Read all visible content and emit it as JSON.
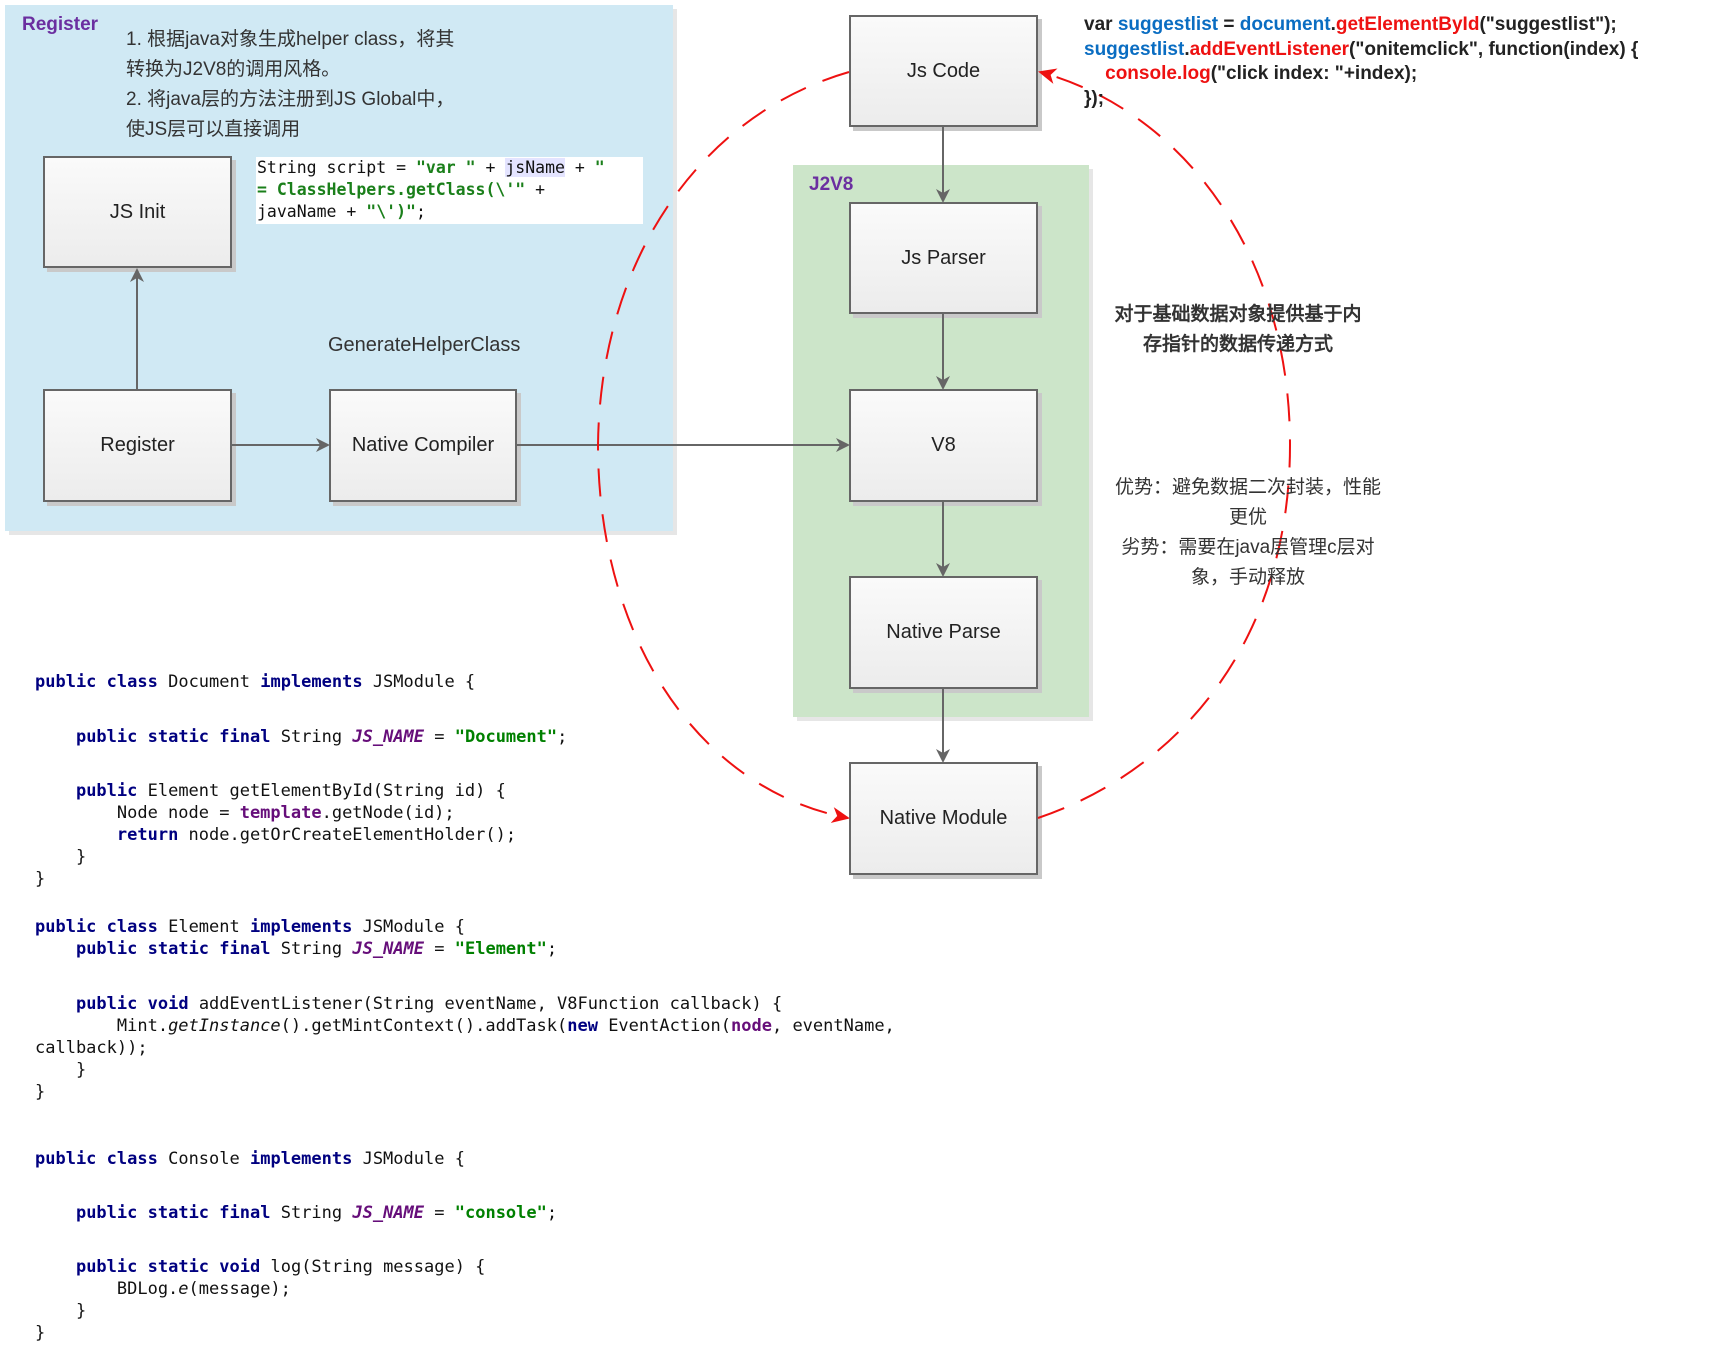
{
  "register_panel": {
    "title": "Register",
    "notes": [
      "1. 根据java对象生成helper class，将其",
      "转换为J2V8的调用风格。",
      "2. 将java层的方法注册到JS Global中，",
      "使JS层可以直接调用"
    ],
    "snippet": {
      "line1_a": "String script = ",
      "line1_b": "\"var \"",
      "line1_c": " + ",
      "line1_d": "jsName",
      "line1_e": " + ",
      "line1_f": "\"",
      "line2_a": "= ClassHelpers.getClass(\\'\"",
      "line2_b": " +",
      "line3_a": "javaName + ",
      "line3_b": "\"\\')\"",
      "line3_c": ";"
    },
    "nodes": {
      "js_init": "JS Init",
      "register": "Register",
      "native_compiler": "Native Compiler"
    },
    "edge_label": "GenerateHelperClass"
  },
  "j2v8_panel": {
    "title": "J2V8",
    "nodes": {
      "js_parser": "Js Parser",
      "v8": "V8",
      "native_parse": "Native Parse"
    }
  },
  "outer_nodes": {
    "js_code": "Js Code",
    "native_module": "Native Module"
  },
  "js_example": {
    "l1": [
      "var ",
      "suggestlist",
      " = ",
      "document",
      ".",
      "getElementById",
      "(\"suggestlist\");"
    ],
    "l2": [
      "suggestlist",
      ".",
      "addEventListener",
      "(\"onitemclick\", function(index) {"
    ],
    "l3": [
      "    ",
      "console.log",
      "(\"click index: \"+index);"
    ],
    "l4": "});"
  },
  "side_notes": {
    "summary": [
      "对于基础数据对象提供基于内",
      "存指针的数据传递方式"
    ],
    "pros": [
      "优势：避免数据二次封装，性能",
      "更优"
    ],
    "cons": [
      "劣势：需要在java层管理c层对",
      "象，手动释放"
    ]
  },
  "code": {
    "document": {
      "decl": [
        "public",
        " ",
        "class",
        " Document ",
        "implements",
        " JSModule {"
      ],
      "field": [
        "    ",
        "public",
        " ",
        "static",
        " ",
        "final",
        " String ",
        "JS_NAME",
        " = ",
        "\"Document\"",
        ";"
      ],
      "method": [
        "    ",
        "public",
        " Element getElementById(String id) {"
      ],
      "body1": [
        "        Node node = ",
        "template",
        ".getNode(id);"
      ],
      "body2": [
        "        ",
        "return",
        " node.getOrCreateElementHolder();"
      ],
      "close_method": "    }",
      "close_class": "}"
    },
    "element": {
      "decl": [
        "public",
        " ",
        "class",
        " Element ",
        "implements",
        " JSModule {"
      ],
      "field": [
        "    ",
        "public",
        " ",
        "static",
        " ",
        "final",
        " String ",
        "JS_NAME",
        " = ",
        "\"Element\"",
        ";"
      ],
      "method": [
        "    ",
        "public",
        " ",
        "void",
        " addEventListener(String eventName, V8Function callback) {"
      ],
      "body1": [
        "        Mint.",
        "getInstance",
        "().getMintContext().addTask(",
        "new",
        " EventAction(",
        "node",
        ", eventName,"
      ],
      "body2": "callback));",
      "close_method": "    }",
      "close_class": "}"
    },
    "console": {
      "decl": [
        "public",
        " ",
        "class",
        " Console ",
        "implements",
        " JSModule {"
      ],
      "field": [
        "    ",
        "public",
        " ",
        "static",
        " ",
        "final",
        " String ",
        "JS_NAME",
        " = ",
        "\"console\"",
        ";"
      ],
      "method": [
        "    ",
        "public",
        " ",
        "static",
        " ",
        "void",
        " log(String message) {"
      ],
      "body1": [
        "        BDLog.",
        "e",
        "(message);"
      ],
      "close_method": "    }",
      "close_class": "}"
    }
  },
  "colors": {
    "register_panel_bg": "#d0e9f4",
    "j2v8_panel_bg": "#cce5c9",
    "panel_title": "#6b2fa0",
    "cycle_line": "#ee1111",
    "edge": "#666666"
  }
}
